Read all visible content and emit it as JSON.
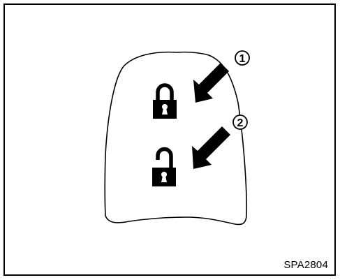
{
  "figure": {
    "code": "SPA2804",
    "callouts": [
      {
        "number": "1",
        "label": "lock-button"
      },
      {
        "number": "2",
        "label": "unlock-button"
      }
    ],
    "colors": {
      "ink": "#000000",
      "background": "#ffffff"
    },
    "icons": [
      "key-fob-outline",
      "padlock-locked-icon",
      "padlock-unlocked-icon",
      "arrow-icon"
    ]
  }
}
